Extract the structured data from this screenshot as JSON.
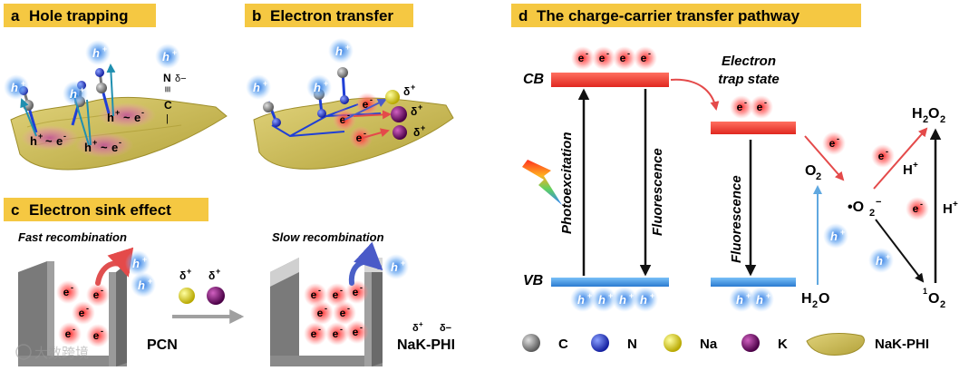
{
  "panels": {
    "a": {
      "letter": "a",
      "title": "Hole trapping"
    },
    "b": {
      "letter": "b",
      "title": "Electron transfer"
    },
    "c": {
      "letter": "c",
      "title": "Electron sink effect"
    },
    "d": {
      "letter": "d",
      "title": "The charge-carrier transfer pathway"
    }
  },
  "labels": {
    "hole": "h",
    "plus": "+",
    "electron": "e",
    "minus": "-",
    "tilde": "~",
    "delta": "δ",
    "delta_minus": "δ−",
    "delta_plus": "δ+",
    "n_atom": "N",
    "triple_bond": "≡",
    "c_atom": "C",
    "single_bond": "|"
  },
  "panel_c": {
    "fast": "Fast recombination",
    "slow": "Slow recombination",
    "pcn": "PCN",
    "nakphi": "NaK-PHI"
  },
  "panel_d": {
    "cb": "CB",
    "vb": "VB",
    "trap": [
      "Electron",
      "trap state"
    ],
    "photoexcitation": "Photoexcitation",
    "fluorescence": "Fluorescence",
    "o2": "O",
    "o2_sub": "2",
    "superoxide": "•O",
    "superoxide_sup": "−",
    "h2o": "H",
    "h2o_tail": "O",
    "h2o2": "H",
    "h2o2_mid": "O",
    "singlet_sup": "1",
    "singlet": "O",
    "hplus": "H",
    "hplus_sup": "+"
  },
  "legend": [
    {
      "symbol": "C",
      "color": "#8c8c8c",
      "icon": "carbon-atom-icon"
    },
    {
      "symbol": "N",
      "color": "#1f3fd6",
      "icon": "nitrogen-atom-icon"
    },
    {
      "symbol": "Na",
      "color": "#e8e020",
      "icon": "sodium-atom-icon"
    },
    {
      "symbol": "K",
      "color": "#7a1070",
      "icon": "potassium-atom-icon"
    },
    {
      "symbol": "NaK-PHI",
      "color": "#c9b84a",
      "icon": "sheet-icon"
    }
  ],
  "watermark": "大数跨境",
  "colors": {
    "banner": "#f5c842",
    "cb": "#e5342a",
    "vb": "#3a8fd8",
    "sheet": "#cbbd52"
  }
}
